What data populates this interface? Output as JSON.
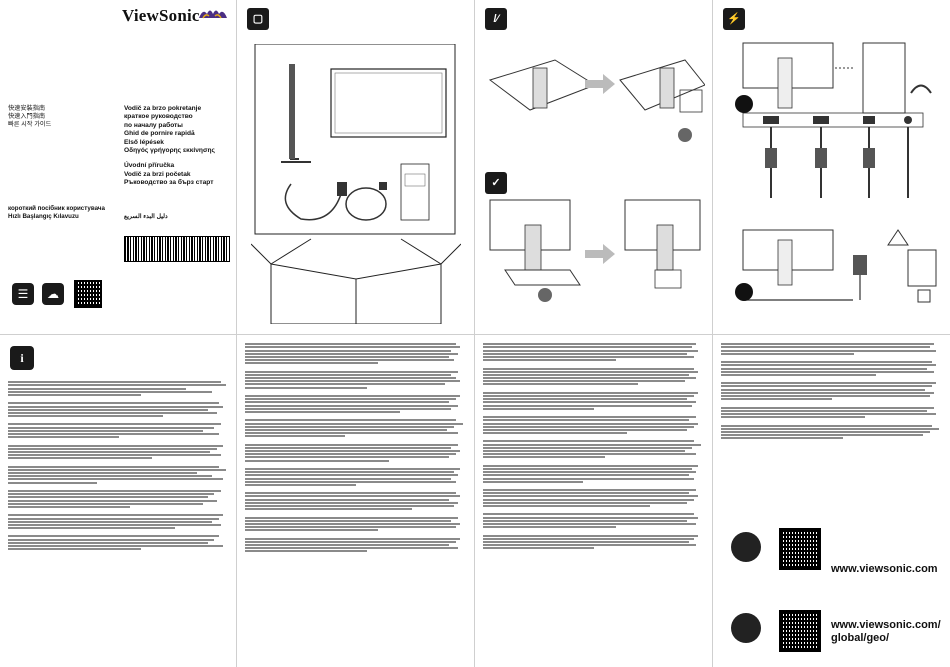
{
  "header": {
    "brand": "ViewSonic"
  },
  "cover": {
    "titles_left": [
      "快速安裝指南",
      "快速入門指南",
      "빠른 시작 가이드"
    ],
    "titles_right": [
      "Vodič za brzo pokretanje",
      "краткое руководство",
      "по началу работы",
      "Ghid de pornire rapidă",
      "Első lépések",
      "Οδηγός γρήγορης εκκίνησης",
      "",
      "Úvodní příručka",
      "Vodič za brzi početak",
      "Ръководство за бърз старт"
    ],
    "titles_wide": [
      "короткий посібник користувача",
      "Hızlı Başlangıç Kılavuzu"
    ],
    "arabic": "دليل البدء السريع"
  },
  "sections": {
    "info_icon": "i",
    "package_icon": "box-icon",
    "hint": "Fine print shown as unreadable lines"
  },
  "urls": {
    "site": "www.viewsonic.com",
    "geo_line1": "www.viewsonic.com/",
    "geo_line2": "global/geo/"
  },
  "colors": {
    "ink": "#111111",
    "rule": "#cfcfcf",
    "grey_text": "#8a8a8a"
  }
}
